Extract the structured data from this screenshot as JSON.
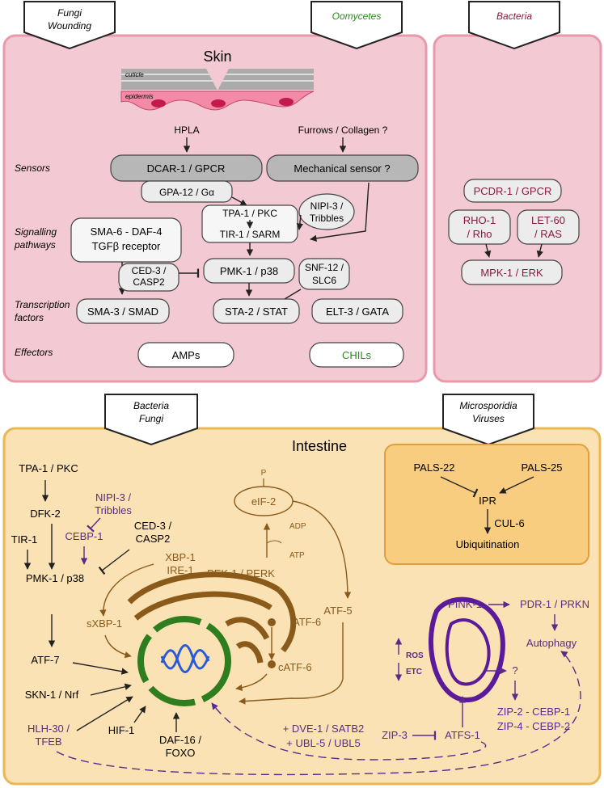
{
  "colors": {
    "skin_panel": "#f3c9d3",
    "skin_border": "#e899ac",
    "intestine_panel": "#fbe2b4",
    "intestine_border": "#eab756",
    "ipr_panel": "#f8cd80",
    "bacteria_text": "#8a1a3a",
    "oomycete_text": "#2a8a1a",
    "purple": "#5a2a8a",
    "brown": "#8a5a1a",
    "er": "#8a5a1a",
    "nucleus": "#2e7d1e",
    "dna": "#2a5ad8",
    "mito": "#5a1a9a"
  },
  "top_arrows": {
    "fungi": "Fungi\nWounding",
    "fungi_line1": "Fungi",
    "fungi_line2": "Wounding",
    "oomycetes": "Oomycetes",
    "bacteria": "Bacteria"
  },
  "skin": {
    "title": "Skin",
    "cuticle": "cuticle",
    "epidermis": "epidermis",
    "hpla": "HPLA",
    "furrows": "Furrows / Collagen ?",
    "row_labels": {
      "sensors": "Sensors",
      "signalling_1": "Signalling",
      "signalling_2": "pathways",
      "tf_1": "Transcription",
      "tf_2": "factors",
      "effectors": "Effectors"
    },
    "dcar": "DCAR-1 / GPCR",
    "mech": "Mechanical sensor ?",
    "gpa": "GPA-12 / Gα",
    "tpa": "TPA-1 / PKC",
    "tir": "TIR-1 / SARM",
    "nipi_1": "NIPI-3 /",
    "nipi_2": "Tribbles",
    "sma6_1": "SMA-6 - DAF-4",
    "sma6_2": "TGFβ receptor",
    "ced_1": "CED-3 /",
    "ced_2": "CASP2",
    "pmk": "PMK-1 / p38",
    "snf_1": "SNF-12 /",
    "snf_2": "SLC6",
    "sma3": "SMA-3 / SMAD",
    "sta2": "STA-2 / STAT",
    "elt3": "ELT-3 / GATA",
    "amps": "AMPs",
    "chils": "CHILs"
  },
  "bact": {
    "pcdr": "PCDR-1 / GPCR",
    "rho_1": "RHO-1",
    "rho_2": "/ Rho",
    "let_1": "LET-60",
    "let_2": "/ RAS",
    "mpk": "MPK-1 / ERK"
  },
  "mid_arrows": {
    "bf_1": "Bacteria",
    "bf_2": "Fungi",
    "mv_1": "Microsporidia",
    "mv_2": "Viruses"
  },
  "intestine": {
    "title": "Intestine",
    "tpa": "TPA-1 / PKC",
    "dfk": "DFK-2",
    "tir": "TIR-1",
    "pmk": "PMK-1 / p38",
    "nipi_1": "NIPI-3 /",
    "nipi_2": "Tribbles",
    "cebp": "CEBP-1",
    "ced_1": "CED-3 /",
    "ced_2": "CASP2",
    "atf7": "ATF-7",
    "skn": "SKN-1 / Nrf",
    "hlh_1": "HLH-30 /",
    "hlh_2": "TFEB",
    "hif": "HIF-1",
    "daf_1": "DAF-16 /",
    "daf_2": "FOXO",
    "xbp_1": "XBP-1",
    "xbp_2": "IRE-1",
    "sxbp": "sXBP-1",
    "pek": "PEK-1 / PERK",
    "eif": "eIF-2",
    "p": "P",
    "adp": "ADP",
    "atp": "ATP",
    "atf6": "ATF-6",
    "catf6": "cATF-6",
    "atf5": "ATF-5",
    "dve": "+ DVE-1 / SATB2",
    "ubl": "+ UBL-5 / UBL5"
  },
  "ipr": {
    "pals22": "PALS-22",
    "pals25": "PALS-25",
    "ipr": "IPR",
    "cul6": "CUL-6",
    "ubiq": "Ubiquitination"
  },
  "mito": {
    "pink": "PINK-1",
    "pdr": "PDR-1 / PRKN",
    "autophagy": "Autophagy",
    "ros": "ROS",
    "etc": "ETC",
    "q": "?",
    "zip2": "ZIP-2 - CEBP-1",
    "zip4": "ZIP-4 - CEBP-2",
    "zip3": "ZIP-3",
    "atfs": "ATFS-1"
  }
}
